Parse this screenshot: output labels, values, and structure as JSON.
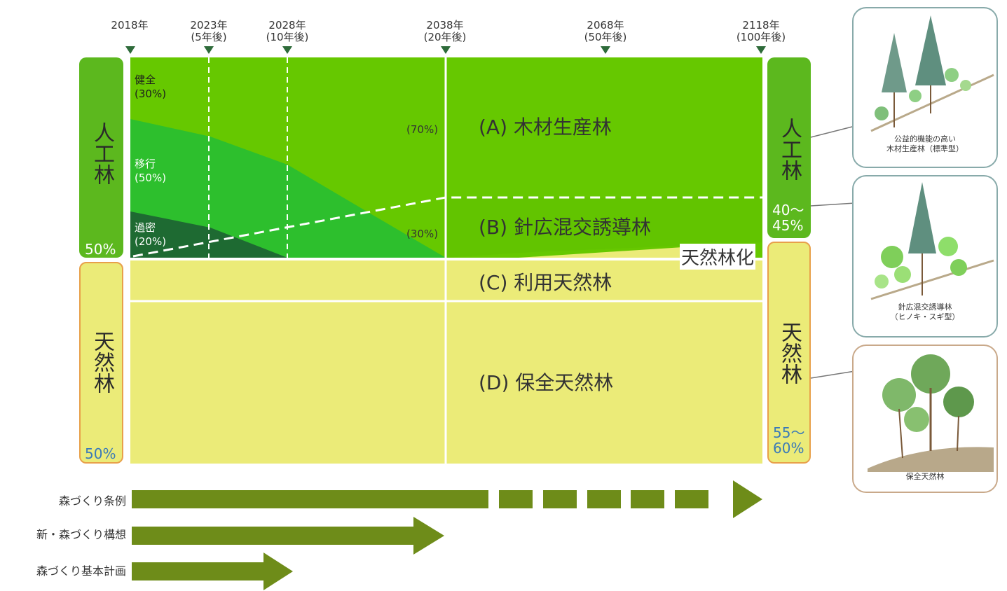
{
  "timeline": {
    "years": [
      {
        "label": "2018年",
        "sub": ""
      },
      {
        "label": "2023年",
        "sub": "(5年後)"
      },
      {
        "label": "2028年",
        "sub": "(10年後)"
      },
      {
        "label": "2038年",
        "sub": "(20年後)"
      },
      {
        "label": "2068年",
        "sub": "(50年後)"
      },
      {
        "label": "2118年",
        "sub": "(100年後)"
      }
    ]
  },
  "left": {
    "artificial": {
      "label": "人工林",
      "pct": "50%"
    },
    "natural": {
      "label": "天然林",
      "pct": "50%"
    }
  },
  "right": {
    "artificial": {
      "label": "人工林",
      "pct": "40〜45%"
    },
    "natural": {
      "label": "天然林",
      "pct": "55〜60%"
    }
  },
  "initial_state": [
    {
      "name": "健全",
      "pct": "(30%)"
    },
    {
      "name": "移行",
      "pct": "(50%)"
    },
    {
      "name": "過密",
      "pct": "(20%)"
    }
  ],
  "mid_labels": {
    "a": "(70%)",
    "b": "(30%)"
  },
  "zones": {
    "A": "(A) 木材生産林",
    "B": "(B) 針広混交誘導林",
    "C": "(C) 利用天然林",
    "D": "(D) 保全天然林",
    "naturalization": "天然林化"
  },
  "policies": [
    {
      "label": "森づくり条例"
    },
    {
      "label": "新・森づくり構想"
    },
    {
      "label": "森づくり基本計画"
    }
  ],
  "cards": [
    {
      "caption1": "公益的機能の高い",
      "caption2": "木材生産林（標準型）"
    },
    {
      "caption1": "針広混交誘導林",
      "caption2": "（ヒノキ・スギ型）"
    },
    {
      "caption1": "保全天然林",
      "caption2": ""
    }
  ],
  "colors": {
    "green_main": "#66c800",
    "green_mid": "#2dbf2d",
    "green_dark": "#1e6a32",
    "box_green": "#5cb81e",
    "yellow": "#ebeb78",
    "box_yellow_border": "#e8a04a",
    "arrow": "#6e8c19"
  }
}
